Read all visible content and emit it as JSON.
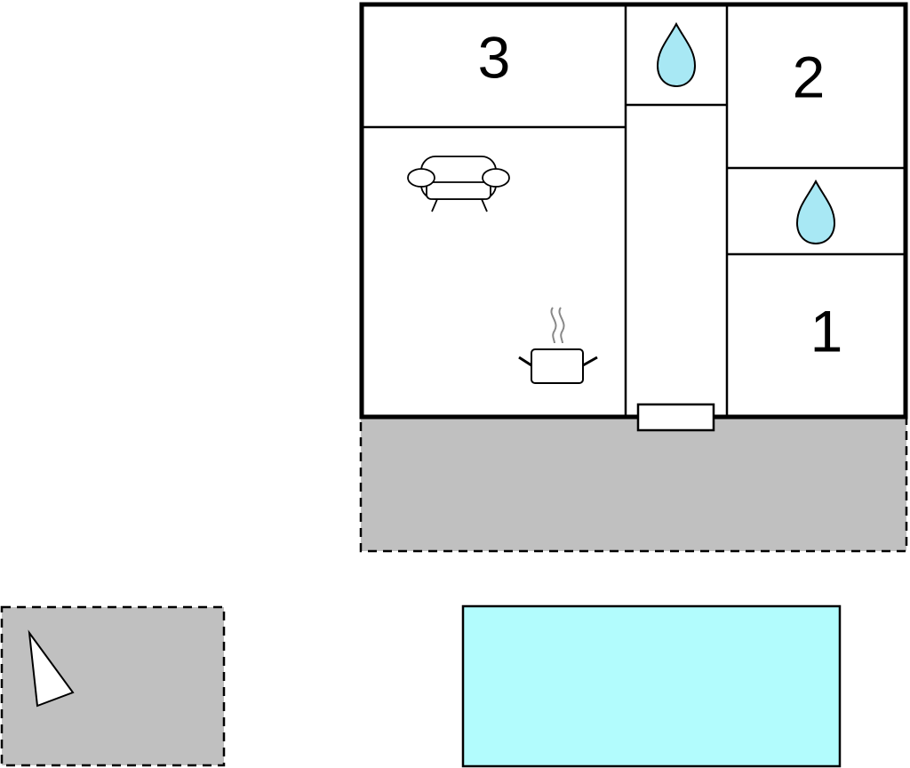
{
  "rooms": {
    "bedroom_top_left": {
      "label": "3"
    },
    "bedroom_top_right": {
      "label": "2"
    },
    "bedroom_bottom_right": {
      "label": "1"
    }
  },
  "colors": {
    "terrace": "#c0c0c0",
    "pool": "#b2fcfd",
    "water_drop": "#a8e8f4",
    "walls": "#000000"
  },
  "icons": [
    "water-drop-icon",
    "water-drop-icon",
    "sofa-icon",
    "cooking-pot-icon",
    "north-arrow-icon"
  ]
}
